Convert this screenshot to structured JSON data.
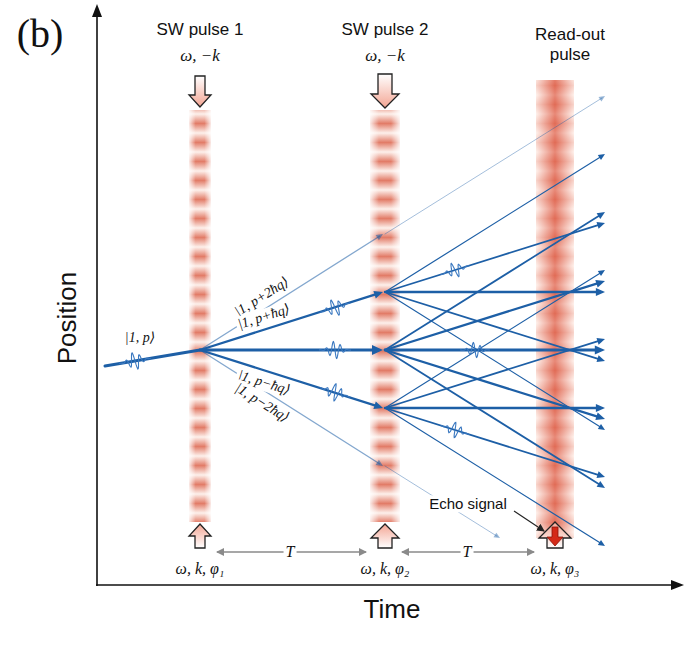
{
  "diagram": {
    "labels": [
      "(b)",
      "SW pulse 1",
      "ω, −k",
      "SW pulse 2",
      "ω, −k",
      "Read-out pulse",
      "Position",
      "Time",
      "|1, p⟩",
      "|1, p+2ħq⟩",
      "|1, p+ħq⟩",
      "|1, p−ħq⟩",
      "|1, p−2ħq⟩",
      "ω, k, φ₁",
      "ω, k, φ₂",
      "ω, k, φ₃",
      "T",
      "T",
      "Echo signal"
    ]
  }
}
